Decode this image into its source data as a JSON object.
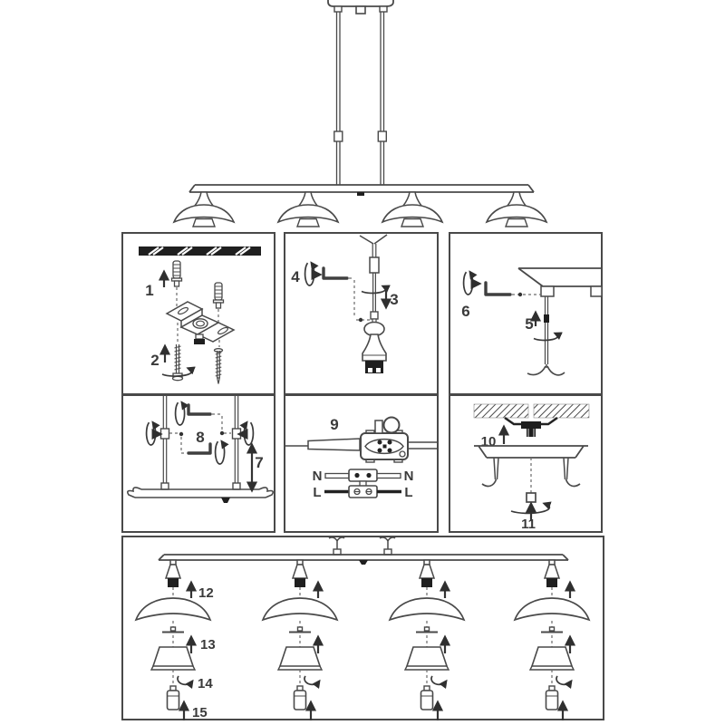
{
  "document": {
    "type": "assembly-instruction-sheet",
    "product": "four-shade pendant ceiling lamp"
  },
  "colors": {
    "line": "#494949",
    "dark_fill": "#1f1f1f",
    "text": "#3a3a3a",
    "background": "#ffffff"
  },
  "steps": {
    "s1": "1",
    "s2": "2",
    "s3": "3",
    "s4": "4",
    "s5": "5",
    "s6": "6",
    "s7": "7",
    "s8": "8",
    "s9": "9",
    "s10": "10",
    "s11": "11",
    "s12": "12",
    "s13": "13",
    "s14": "14",
    "s15": "15"
  },
  "wiring": {
    "neutral": "N",
    "live": "L"
  }
}
